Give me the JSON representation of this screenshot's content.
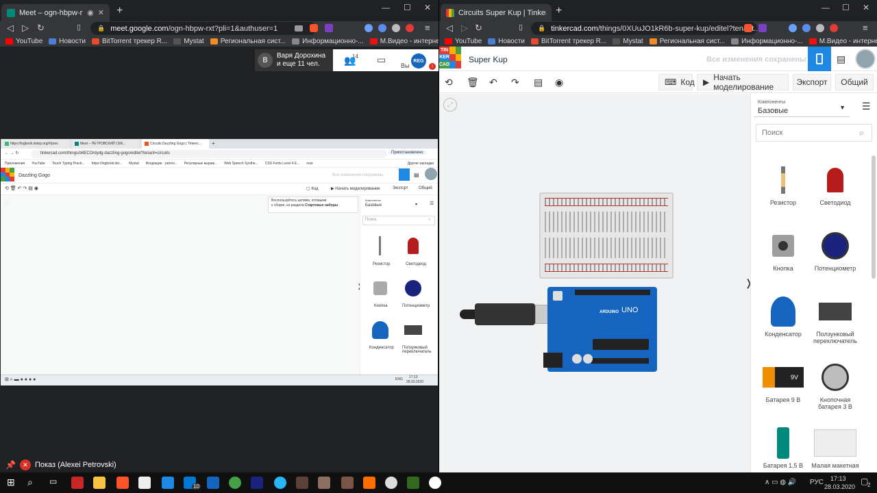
{
  "left": {
    "tab": {
      "title": "Meet – ogn-hbpw-rxt"
    },
    "url_host": "meet.google.com",
    "url_rest": "/ogn-hbpw-rxt?pli=1&authuser=1",
    "bookmarks": [
      "YouTube",
      "Новости",
      "BitTorrent трекер R...",
      "Mystat",
      "Региональная сист...",
      "Информационно-...",
      "М.Видео - интерне..."
    ],
    "participant": {
      "avatar": "В",
      "line1": "Варя Дорохина",
      "line2": "и еще 11 чел."
    },
    "people_count": "14",
    "self_label": "Вы",
    "self_badge": "REG",
    "presenting": "Показ (Alexei Petrovski)"
  },
  "shared": {
    "tabs": [
      "https://logbook.itstep.org/#/pres",
      "Meet – ПЕТРОВСКИЙ СЕБ...",
      "Circuits Dazzling Gogo | Tinkerc..."
    ],
    "url": "tinkercad.com/things/d4ECOrdydg-dazzling-gogo/editel?tenant=circuits",
    "profile": "Приостановлено",
    "bookmarks": [
      "Приложения",
      "YouTube",
      "Touch Typing Practi...",
      "https://logbook.itst...",
      "Mystat",
      "Входящие - petrov...",
      "Регулярные выраж...",
      "Web Speech Synthe...",
      "CSS Fonts Level 4 E...",
      "now",
      "Другие закладки"
    ],
    "title": "Dazzling Gogo",
    "saved": "Все изменения сохранены",
    "code": "Код",
    "simulate": "Начать моделирование",
    "export": "Экспорт",
    "share": "Общий",
    "hint1": "Воспользуйтесь цепями, готовыми",
    "hint2": "к сборке, из раздела",
    "hint3": "Стартовые наборы",
    "components_label": "Компоненты",
    "components_value": "Базовые",
    "search": "Поиск",
    "items": [
      "Резистор",
      "Светодиод",
      "Кнопка",
      "Потенциометр",
      "Конденсатор",
      "Ползунковый переключатель"
    ],
    "lang": "ENG",
    "time": "17:13",
    "date": "28.03.2020"
  },
  "right": {
    "tab": {
      "title": "Circuits Super Kup | Tinkercad"
    },
    "url_host": "tinkercad.com",
    "url_rest": "/things/0XUuJO1kR6b-super-kup/editel?tenant...",
    "bookmarks": [
      "YouTube",
      "Новости",
      "BitTorrent трекер R...",
      "Mystat",
      "Региональная сист...",
      "Информационно-...",
      "М.Видео - интерне..."
    ],
    "logo": [
      "TIN",
      "KER",
      "CAD"
    ],
    "title": "Super Kup",
    "saved": "Все изменения сохранены",
    "code": "Код",
    "simulate": "Начать моделирование",
    "export": "Экспорт",
    "share": "Общий",
    "components_label": "Компоненты",
    "components_value": "Базовые",
    "search_placeholder": "Поиск",
    "arduino_brand": "ARDUINO",
    "arduino_model": "UNO",
    "components": [
      "Резистор",
      "Светодиод",
      "Кнопка",
      "Потенциометр",
      "Конденсатор",
      "Ползунковый переключатель",
      "Батарея 9 В",
      "Кнопочная батарея 3 В",
      "Батарея 1,5 В",
      "Малая макетная"
    ],
    "battery_label": "9V"
  },
  "taskbar": {
    "lang": "РУС",
    "time": "17:13",
    "date": "28.03.2020",
    "badge": "10",
    "notif": "2"
  }
}
